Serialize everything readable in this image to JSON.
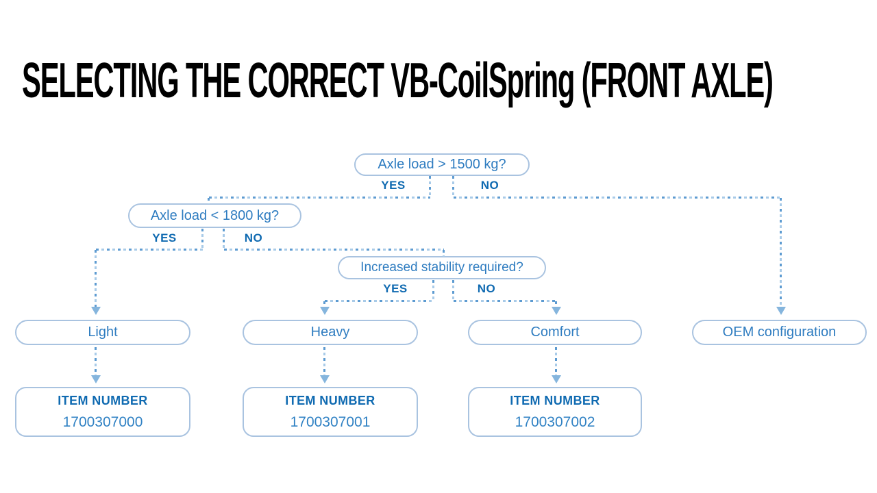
{
  "title": "SELECTING THE CORRECT VB-CoilSpring (FRONT AXLE)",
  "colors": {
    "box_border": "#a9c3e0",
    "question_text": "#2e7cc0",
    "yes_no_label": "#0f6ab1",
    "item_heading": "#0f6ab1",
    "item_number": "#3182c4",
    "dash_dark": "#5d9bd1",
    "dash_light": "#a9cbe8",
    "arrow": "#85b5dd",
    "title_color": "#000000"
  },
  "flowchart": {
    "decisions": [
      {
        "question": "Axle load > 1500 kg?",
        "yes_label": "YES",
        "no_label": "NO"
      },
      {
        "question": "Axle load < 1800 kg?",
        "yes_label": "YES",
        "no_label": "NO"
      },
      {
        "question": "Increased stability required?",
        "yes_label": "YES",
        "no_label": "NO"
      }
    ],
    "outcomes": [
      {
        "label": "Light"
      },
      {
        "label": "Heavy"
      },
      {
        "label": "Comfort"
      },
      {
        "label": "OEM configuration"
      }
    ],
    "item_boxes": [
      {
        "heading": "ITEM NUMBER",
        "number": "1700307000"
      },
      {
        "heading": "ITEM NUMBER",
        "number": "1700307001"
      },
      {
        "heading": "ITEM NUMBER",
        "number": "1700307002"
      }
    ]
  }
}
